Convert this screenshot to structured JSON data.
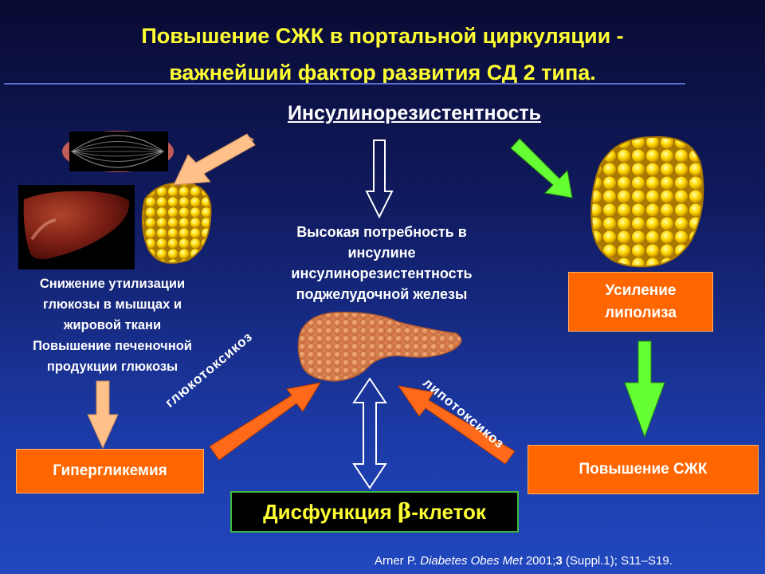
{
  "title": {
    "line1": "Повышение СЖК в портальной циркуляции -",
    "line2": "важнейший фактор развития СД 2 типа."
  },
  "heading": "Инсулинорезистентность",
  "left_text": {
    "line1": "Снижение утилизации",
    "line2": "глюкозы в мышцах и",
    "line3": "жировой ткани",
    "line4": "Повышение печеночной",
    "line5": "продукции глюкозы"
  },
  "center_text": {
    "line1": "Высокая потребность в",
    "line2": "инсулине",
    "line3": "инсулинорезистентность",
    "line4": "поджелудочной железы"
  },
  "boxes": {
    "hyperglycemia": "Гипергликемия",
    "lipolysis_line1": "Усиление",
    "lipolysis_line2": "липолиза",
    "ffa_increase": "Повышение СЖК",
    "dysfunction_prefix": "Дисфункция ",
    "dysfunction_beta": "β",
    "dysfunction_suffix": "-клеток"
  },
  "arrow_labels": {
    "glucotoxicity": "глюкотоксикоз",
    "lipotoxicity": "липотоксикоз"
  },
  "citation": {
    "author": "Arner P. ",
    "journal": "Diabetes Obes Met",
    "year": " 2001;",
    "volume": "3",
    "rest": " (Suppl.1); S11–S19."
  },
  "colors": {
    "title": "#ffff33",
    "box_orange": "#ff6600",
    "arrow_peach": "#ffc08a",
    "arrow_green": "#66ff33",
    "arrow_orange": "#ff6a1a",
    "dysfunction_border": "#3dbb3d"
  },
  "icons": [
    "muscle-icon",
    "liver-icon",
    "fat-tissue-icon",
    "pancreas-icon"
  ]
}
